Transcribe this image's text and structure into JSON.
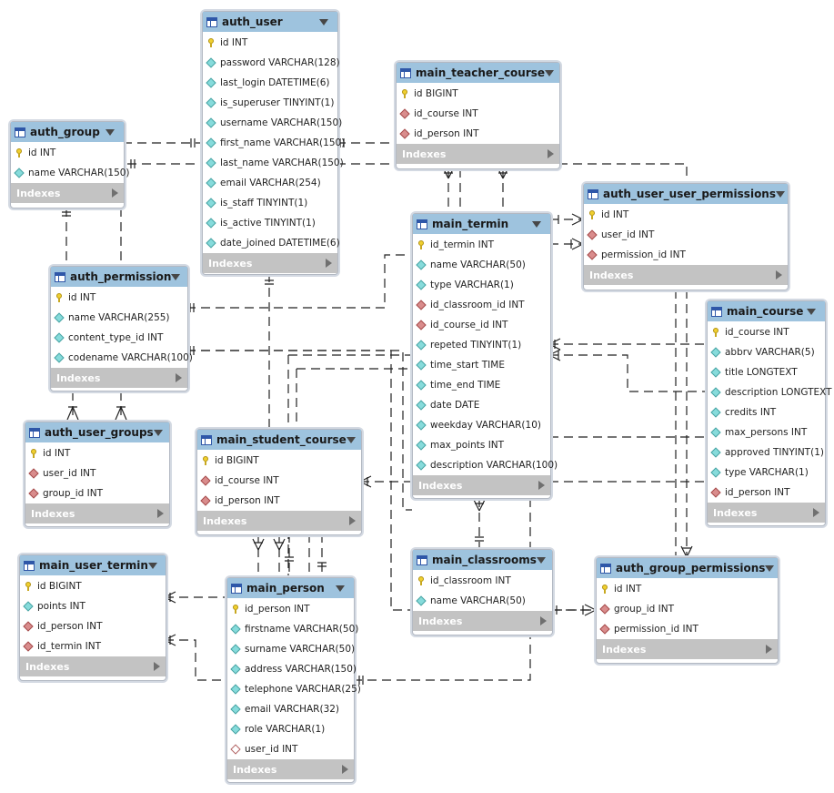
{
  "footer_label": "Indexes",
  "tables": [
    {
      "name": "auth_user",
      "columns": [
        {
          "text": "id INT",
          "icon": "primary-key"
        },
        {
          "text": "password VARCHAR(128)",
          "icon": "column"
        },
        {
          "text": "last_login DATETIME(6)",
          "icon": "column"
        },
        {
          "text": "is_superuser TINYINT(1)",
          "icon": "column"
        },
        {
          "text": "username VARCHAR(150)",
          "icon": "column"
        },
        {
          "text": "first_name VARCHAR(150)",
          "icon": "column"
        },
        {
          "text": "last_name VARCHAR(150)",
          "icon": "column"
        },
        {
          "text": "email VARCHAR(254)",
          "icon": "column"
        },
        {
          "text": "is_staff TINYINT(1)",
          "icon": "column"
        },
        {
          "text": "is_active TINYINT(1)",
          "icon": "column"
        },
        {
          "text": "date_joined DATETIME(6)",
          "icon": "column"
        }
      ]
    },
    {
      "name": "auth_group",
      "columns": [
        {
          "text": "id INT",
          "icon": "primary-key"
        },
        {
          "text": "name VARCHAR(150)",
          "icon": "column"
        }
      ]
    },
    {
      "name": "main_teacher_course",
      "columns": [
        {
          "text": "id BIGINT",
          "icon": "primary-key"
        },
        {
          "text": "id_course INT",
          "icon": "foreign-key"
        },
        {
          "text": "id_person INT",
          "icon": "foreign-key"
        }
      ]
    },
    {
      "name": "auth_user_user_permissions",
      "columns": [
        {
          "text": "id INT",
          "icon": "primary-key"
        },
        {
          "text": "user_id INT",
          "icon": "foreign-key"
        },
        {
          "text": "permission_id INT",
          "icon": "foreign-key"
        }
      ]
    },
    {
      "name": "main_termin",
      "columns": [
        {
          "text": "id_termin INT",
          "icon": "primary-key"
        },
        {
          "text": "name VARCHAR(50)",
          "icon": "column"
        },
        {
          "text": "type VARCHAR(1)",
          "icon": "column"
        },
        {
          "text": "id_classroom_id INT",
          "icon": "foreign-key"
        },
        {
          "text": "id_course_id INT",
          "icon": "foreign-key"
        },
        {
          "text": "repeted TINYINT(1)",
          "icon": "column"
        },
        {
          "text": "time_start TIME",
          "icon": "column"
        },
        {
          "text": "time_end TIME",
          "icon": "column"
        },
        {
          "text": "date DATE",
          "icon": "column"
        },
        {
          "text": "weekday VARCHAR(10)",
          "icon": "column"
        },
        {
          "text": "max_points INT",
          "icon": "column"
        },
        {
          "text": "description VARCHAR(100)",
          "icon": "column"
        }
      ]
    },
    {
      "name": "auth_permission",
      "columns": [
        {
          "text": "id INT",
          "icon": "primary-key"
        },
        {
          "text": "name VARCHAR(255)",
          "icon": "column"
        },
        {
          "text": "content_type_id INT",
          "icon": "column"
        },
        {
          "text": "codename VARCHAR(100)",
          "icon": "column"
        }
      ]
    },
    {
      "name": "main_course",
      "columns": [
        {
          "text": "id_course INT",
          "icon": "primary-key"
        },
        {
          "text": "abbrv VARCHAR(5)",
          "icon": "column"
        },
        {
          "text": "title LONGTEXT",
          "icon": "column"
        },
        {
          "text": "description LONGTEXT",
          "icon": "column"
        },
        {
          "text": "credits INT",
          "icon": "column"
        },
        {
          "text": "max_persons INT",
          "icon": "column"
        },
        {
          "text": "approved TINYINT(1)",
          "icon": "column"
        },
        {
          "text": "type VARCHAR(1)",
          "icon": "column"
        },
        {
          "text": "id_person INT",
          "icon": "foreign-key"
        }
      ]
    },
    {
      "name": "auth_user_groups",
      "columns": [
        {
          "text": "id INT",
          "icon": "primary-key"
        },
        {
          "text": "user_id INT",
          "icon": "foreign-key"
        },
        {
          "text": "group_id INT",
          "icon": "foreign-key"
        }
      ]
    },
    {
      "name": "main_student_course",
      "columns": [
        {
          "text": "id BIGINT",
          "icon": "primary-key"
        },
        {
          "text": "id_course INT",
          "icon": "foreign-key"
        },
        {
          "text": "id_person INT",
          "icon": "foreign-key"
        }
      ]
    },
    {
      "name": "main_classrooms",
      "columns": [
        {
          "text": "id_classroom INT",
          "icon": "primary-key"
        },
        {
          "text": "name VARCHAR(50)",
          "icon": "column"
        }
      ]
    },
    {
      "name": "main_user_termin",
      "columns": [
        {
          "text": "id BIGINT",
          "icon": "primary-key"
        },
        {
          "text": "points INT",
          "icon": "column"
        },
        {
          "text": "id_person INT",
          "icon": "foreign-key"
        },
        {
          "text": "id_termin INT",
          "icon": "foreign-key"
        }
      ]
    },
    {
      "name": "main_person",
      "columns": [
        {
          "text": "id_person INT",
          "icon": "primary-key"
        },
        {
          "text": "firstname VARCHAR(50)",
          "icon": "column"
        },
        {
          "text": "surname VARCHAR(50)",
          "icon": "column"
        },
        {
          "text": "address VARCHAR(150)",
          "icon": "column"
        },
        {
          "text": "telephone VARCHAR(25)",
          "icon": "column"
        },
        {
          "text": "email VARCHAR(32)",
          "icon": "column"
        },
        {
          "text": "role VARCHAR(1)",
          "icon": "column"
        },
        {
          "text": "user_id INT",
          "icon": "nullable-foreign-key"
        }
      ]
    },
    {
      "name": "auth_group_permissions",
      "columns": [
        {
          "text": "id INT",
          "icon": "primary-key"
        },
        {
          "text": "group_id INT",
          "icon": "foreign-key"
        },
        {
          "text": "permission_id INT",
          "icon": "foreign-key"
        }
      ]
    }
  ],
  "relationships": [
    {
      "from": "auth_user",
      "to": "auth_group"
    },
    {
      "from": "auth_user",
      "to": "main_teacher_course"
    },
    {
      "from": "auth_user",
      "to": "main_student_course"
    },
    {
      "from": "auth_group",
      "to": "auth_permission"
    },
    {
      "from": "auth_permission",
      "to": "auth_user_groups"
    },
    {
      "from": "auth_permission",
      "to": "main_termin"
    },
    {
      "from": "auth_permission",
      "to": "auth_group_permissions"
    },
    {
      "from": "main_teacher_course",
      "to": "main_termin"
    },
    {
      "from": "main_teacher_course",
      "to": "auth_group_permissions"
    },
    {
      "from": "main_termin",
      "to": "auth_user_user_permissions"
    },
    {
      "from": "main_termin",
      "to": "main_course"
    },
    {
      "from": "main_termin",
      "to": "main_student_course"
    },
    {
      "from": "main_termin",
      "to": "main_classrooms"
    },
    {
      "from": "main_student_course",
      "to": "main_person"
    },
    {
      "from": "main_user_termin",
      "to": "main_person"
    },
    {
      "from": "main_classrooms",
      "to": "main_person"
    },
    {
      "from": "main_classrooms",
      "to": "auth_group_permissions"
    },
    {
      "from": "main_course",
      "to": "main_student_course"
    }
  ]
}
